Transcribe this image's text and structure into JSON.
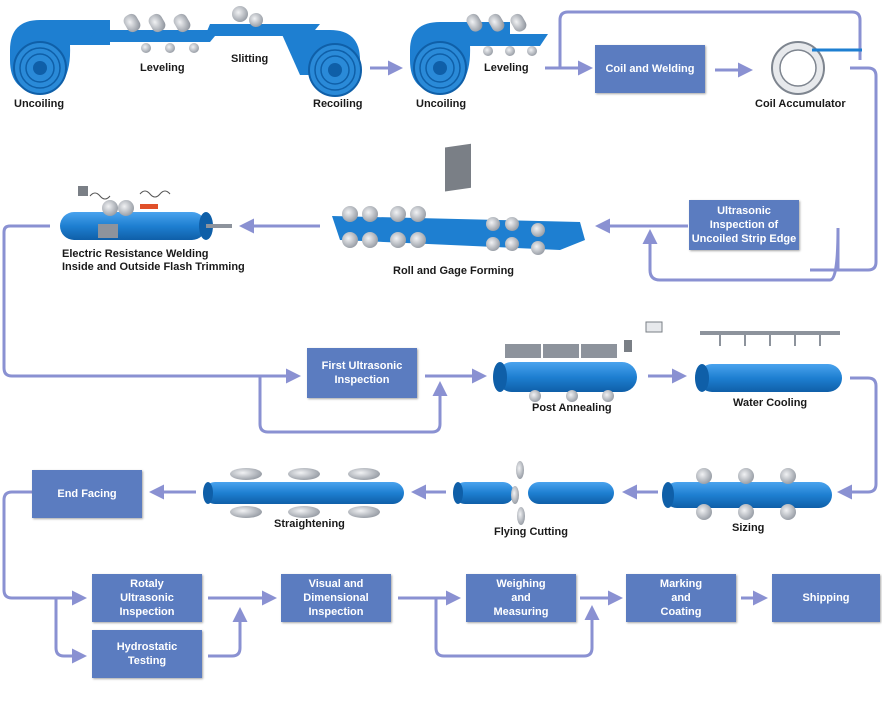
{
  "colors": {
    "pipe": "#1e7fd1",
    "pipe_dark": "#0f5fa8",
    "arrow": "#8a91d2",
    "box": "#5b7cc0",
    "roller": "#bfc4cc"
  },
  "labels": {
    "uncoiling_1": "Uncoiling",
    "leveling_1": "Leveling",
    "slitting": "Slitting",
    "recoiling": "Recoiling",
    "uncoiling_2": "Uncoiling",
    "leveling_2": "Leveling",
    "coil_accumulator": "Coil Accumulator",
    "erw_line1": "Electric Resistance Welding",
    "erw_line2": "Inside and Outside Flash Trimming",
    "roll_gage_forming": "Roll and Gage Forming",
    "post_annealing": "Post Annealing",
    "water_cooling": "Water Cooling",
    "straightening": "Straightening",
    "flying_cutting": "Flying Cutting",
    "sizing": "Sizing"
  },
  "boxes": {
    "coil_welding": "Coil and Welding",
    "ultrasonic_strip_edge": "Ultrasonic\nInspection of\nUncoiled Strip Edge",
    "first_ultrasonic": "First Ultrasonic\nInspection",
    "end_facing": "End Facing",
    "rotaly_ultrasonic": "Rotaly\nUltrasonic\nInspection",
    "hydrostatic": "Hydrostatic\nTesting",
    "visual_dimensional": "Visual and\nDimensional\nInspection",
    "weighing": "Weighing\nand\nMeasuring",
    "marking": "Marking\nand\nCoating",
    "shipping": "Shipping"
  }
}
